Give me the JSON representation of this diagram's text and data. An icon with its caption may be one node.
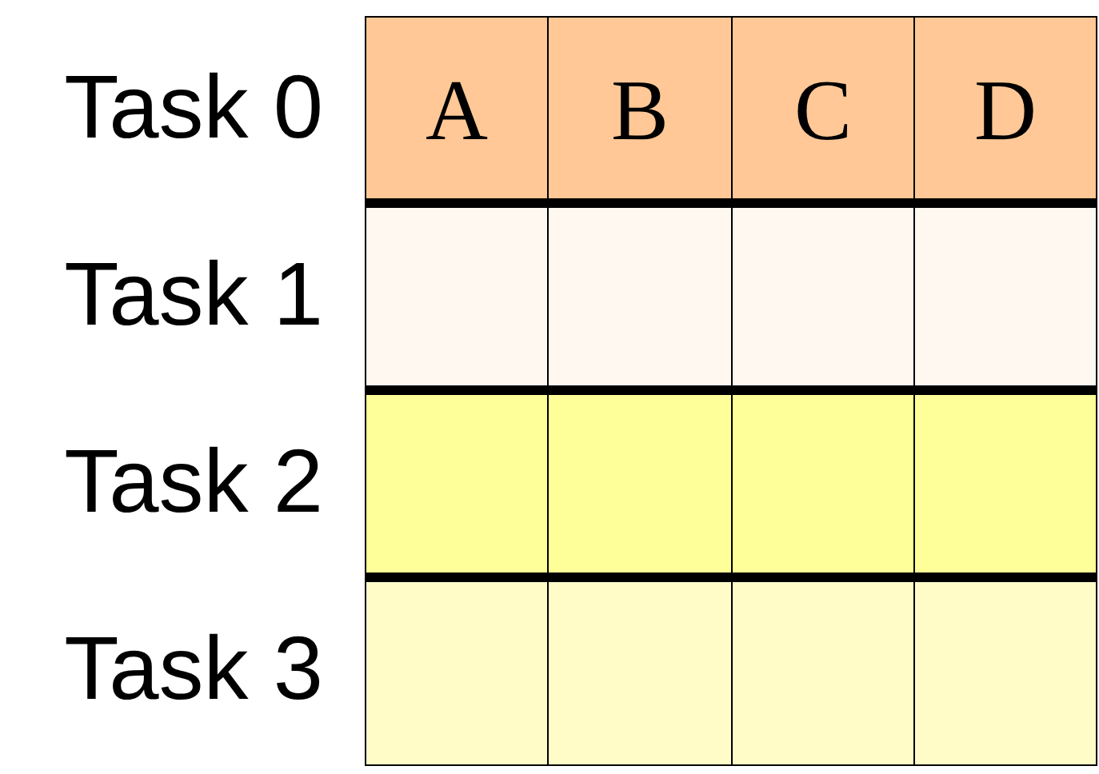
{
  "diagram": {
    "labels": [
      "Task 0",
      "A",
      "B",
      "C",
      "D",
      "Task 1",
      "Task 2",
      "Task 3"
    ]
  }
}
